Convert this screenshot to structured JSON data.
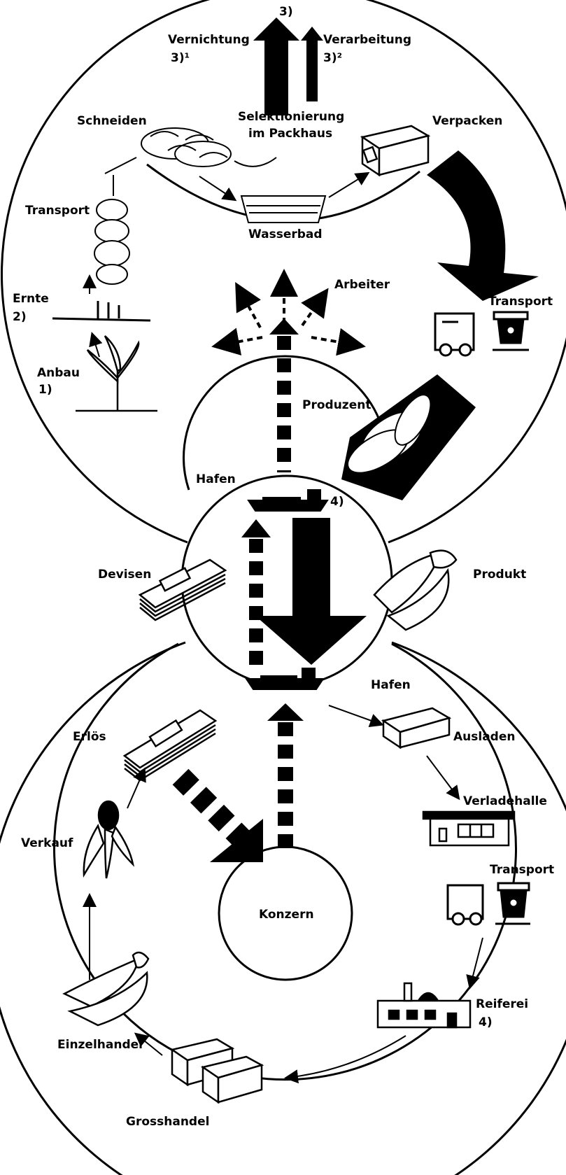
{
  "diagram": {
    "top_labels": {
      "marker_3": "3)",
      "vernichtung": "Vernichtung",
      "vernichtung_note": "3)¹",
      "verarbeitung": "Verarbeitung",
      "verarbeitung_note": "3)²",
      "selektionierung_1": "Selektionierung",
      "selektionierung_2": "im Packhaus",
      "schneiden": "Schneiden",
      "verpacken": "Verpacken",
      "wasserbad": "Wasserbad",
      "transport_left": "Transport",
      "ernte": "Ernte",
      "ernte_note": "2)",
      "anbau": "Anbau",
      "anbau_note": "1)",
      "arbeiter": "Arbeiter",
      "transport_right": "Transport",
      "produzent": "Produzent",
      "hafen_top": "Hafen",
      "ship_note": "4)"
    },
    "middle_labels": {
      "devisen": "Devisen",
      "produkt": "Produkt"
    },
    "bottom_labels": {
      "hafen_bottom": "Hafen",
      "ausladen": "Ausladen",
      "verladehalle": "Verladehalle",
      "transport": "Transport",
      "reiferei": "Reiferei",
      "reiferei_note": "4)",
      "grosshandel": "Grosshandel",
      "einzelhandel": "Einzelhandel",
      "verkauf": "Verkauf",
      "erloes": "Erlös",
      "konzern": "Konzern"
    }
  }
}
